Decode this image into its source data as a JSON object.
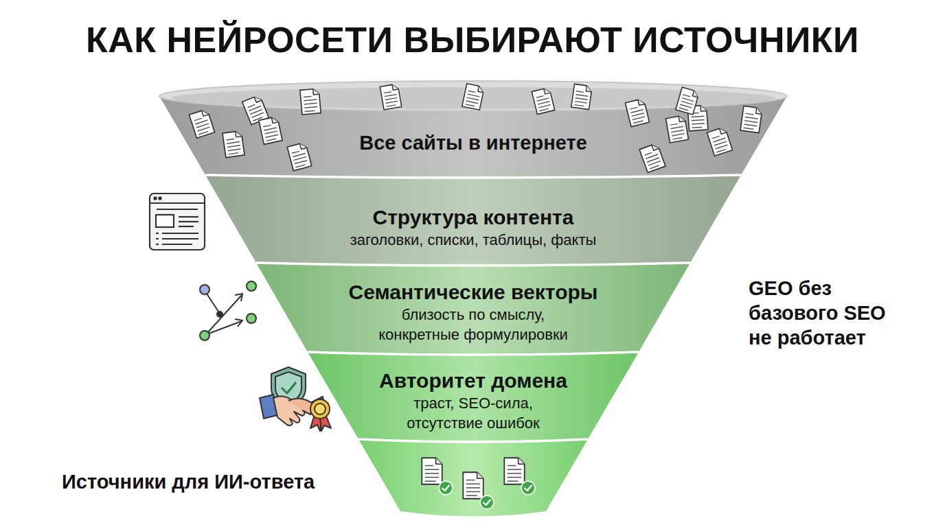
{
  "diagram": {
    "title": "КАК НЕЙРОСЕТИ ВЫБИРАЮТ ИСТОЧНИКИ",
    "nodes": [
      {
        "text": [
          "Все сайты в интернете"
        ]
      },
      {
        "text": [
          "Структура контента",
          "заголовки, списки, таблицы, факты"
        ]
      },
      {
        "text": [
          "Семантические векторы",
          "близость по смыслу, конкретные формулировки"
        ]
      },
      {
        "text": [
          "Авторитет домена",
          "траст, SEO-сила, отсутствие ошибок"
        ]
      }
    ],
    "labels": [
      "Источники для ИИ-ответа",
      "GEO без базового SEO не работает"
    ]
  }
}
